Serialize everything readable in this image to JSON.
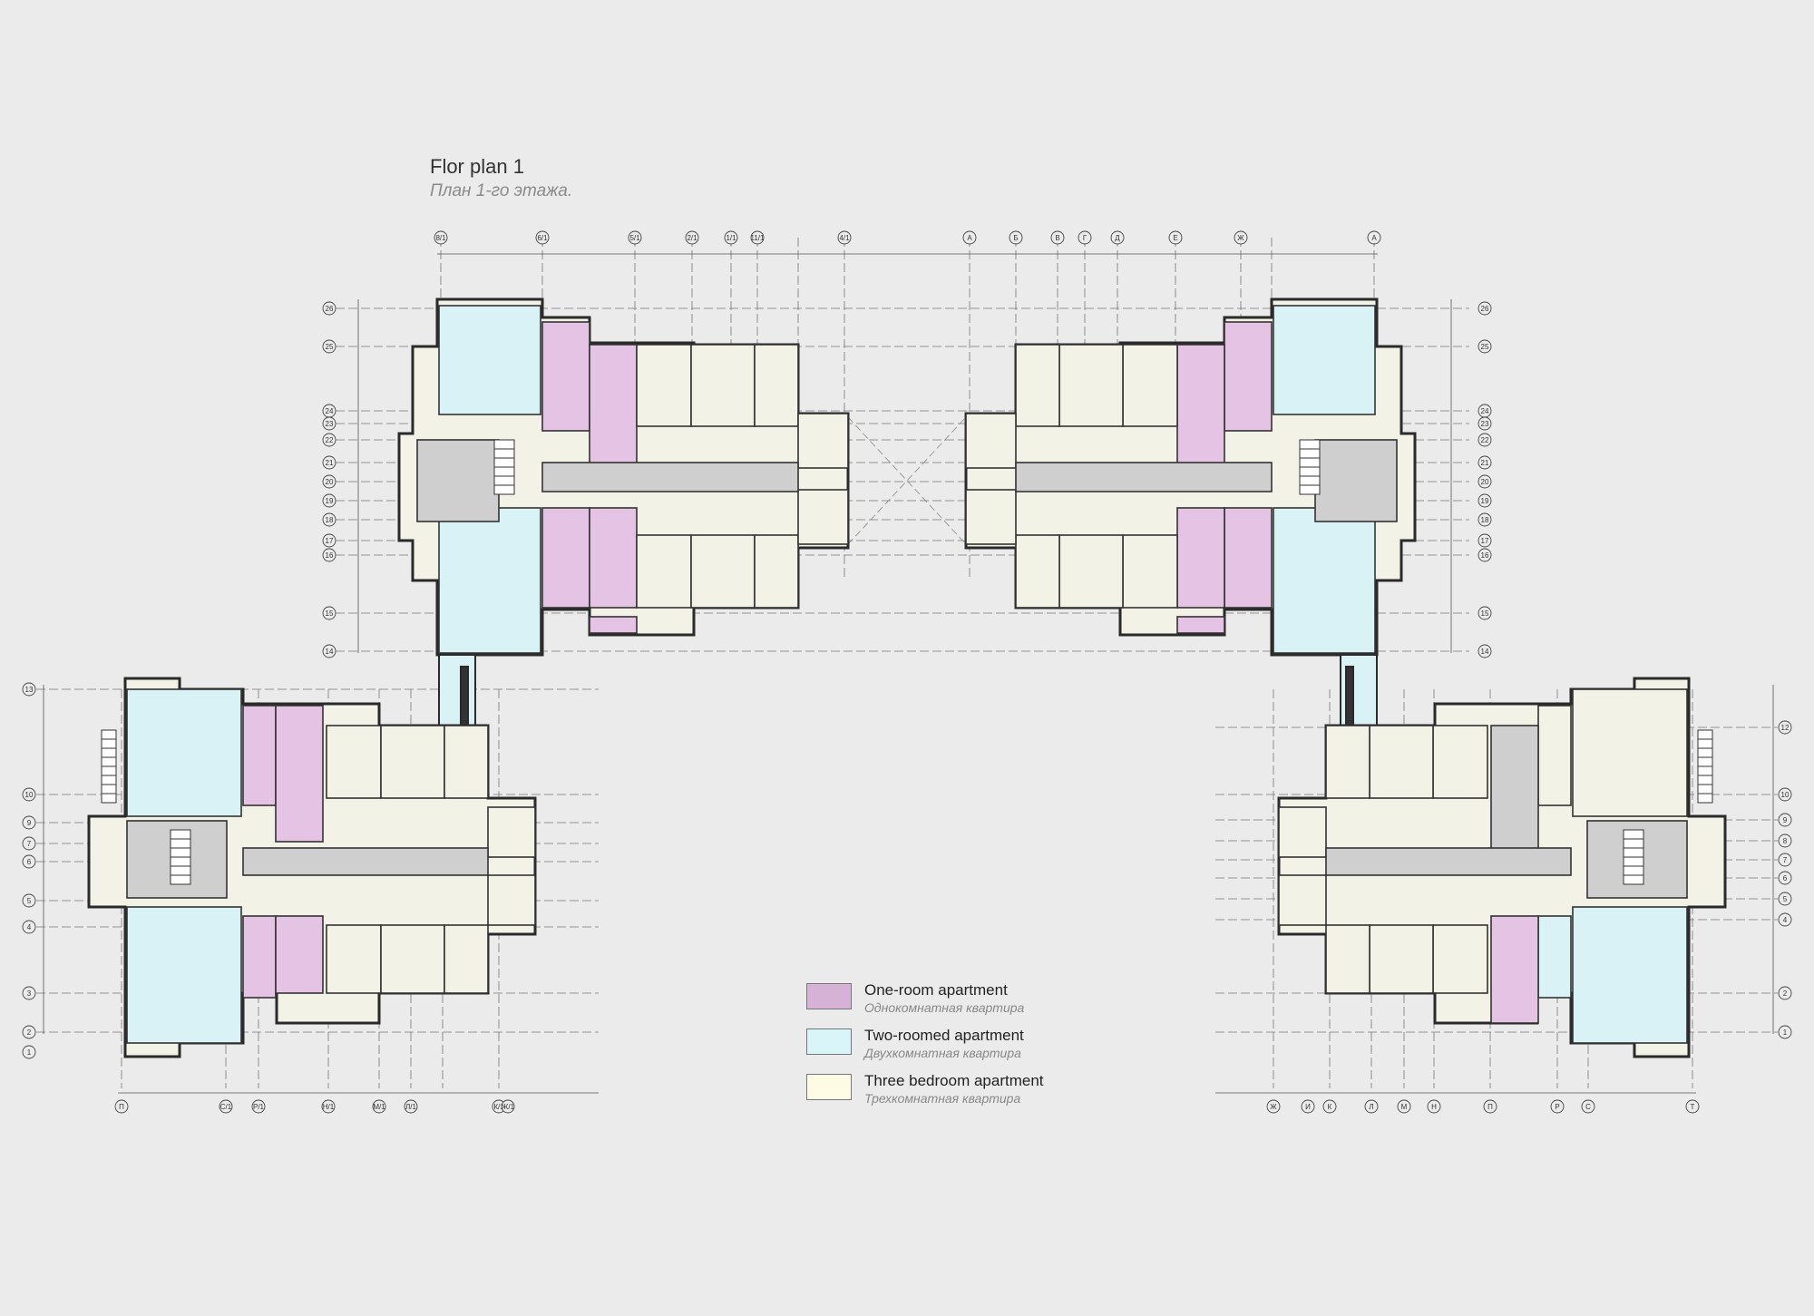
{
  "title": {
    "main": "Flor plan 1",
    "sub": "План 1-го этажа."
  },
  "legend": [
    {
      "label_en": "One-room apartment",
      "label_ru": "Однокомнатная квартира",
      "color": "#d7b2d7"
    },
    {
      "label_en": "Two-roomed apartment",
      "label_ru": "Двухкомнатная квартира",
      "color": "#d9f5f7"
    },
    {
      "label_en": "Three bedroom apartment",
      "label_ru": "Трехкомнатная квартира",
      "color": "#fdfbe3"
    }
  ],
  "colors": {
    "background": "#ebebeb",
    "wall": "#2a2a2a",
    "corridor": "#cfcfcf",
    "one_room": "#e4c3e4",
    "two_room": "#d9f2f5",
    "three_room": "#f2f2e6"
  },
  "axis_labels": {
    "top_left_block": [
      "8/1",
      "6/1",
      "5/1",
      "2/1",
      "1/1",
      "11/1",
      "4/1"
    ],
    "top_right_block": [
      "А",
      "Б",
      "В",
      "Г",
      "Д",
      "Е",
      "Ж",
      "А"
    ],
    "left_rows": [
      "26",
      "25",
      "24",
      "23",
      "22",
      "21",
      "20",
      "19",
      "18",
      "17",
      "16",
      "15",
      "14"
    ],
    "right_rows": [
      "26",
      "25",
      "24",
      "23",
      "22",
      "21",
      "20",
      "19",
      "18",
      "17",
      "16",
      "15",
      "14"
    ],
    "bottom_left_block": [
      "П",
      "С/1",
      "Р/1",
      "Н/1",
      "М/1",
      "Л/1",
      "К/1",
      "Ж/1"
    ],
    "bottom_right_block": [
      "Ж",
      "И",
      "К",
      "Л",
      "М",
      "Н",
      "П",
      "Р",
      "С",
      "Т"
    ],
    "left_wing_rows": [
      "13",
      "10",
      "9",
      "7",
      "6",
      "5",
      "4",
      "3",
      "2",
      "1"
    ],
    "right_wing_rows": [
      "12",
      "10",
      "9",
      "8",
      "7",
      "6",
      "5",
      "4",
      "2",
      "1"
    ]
  }
}
